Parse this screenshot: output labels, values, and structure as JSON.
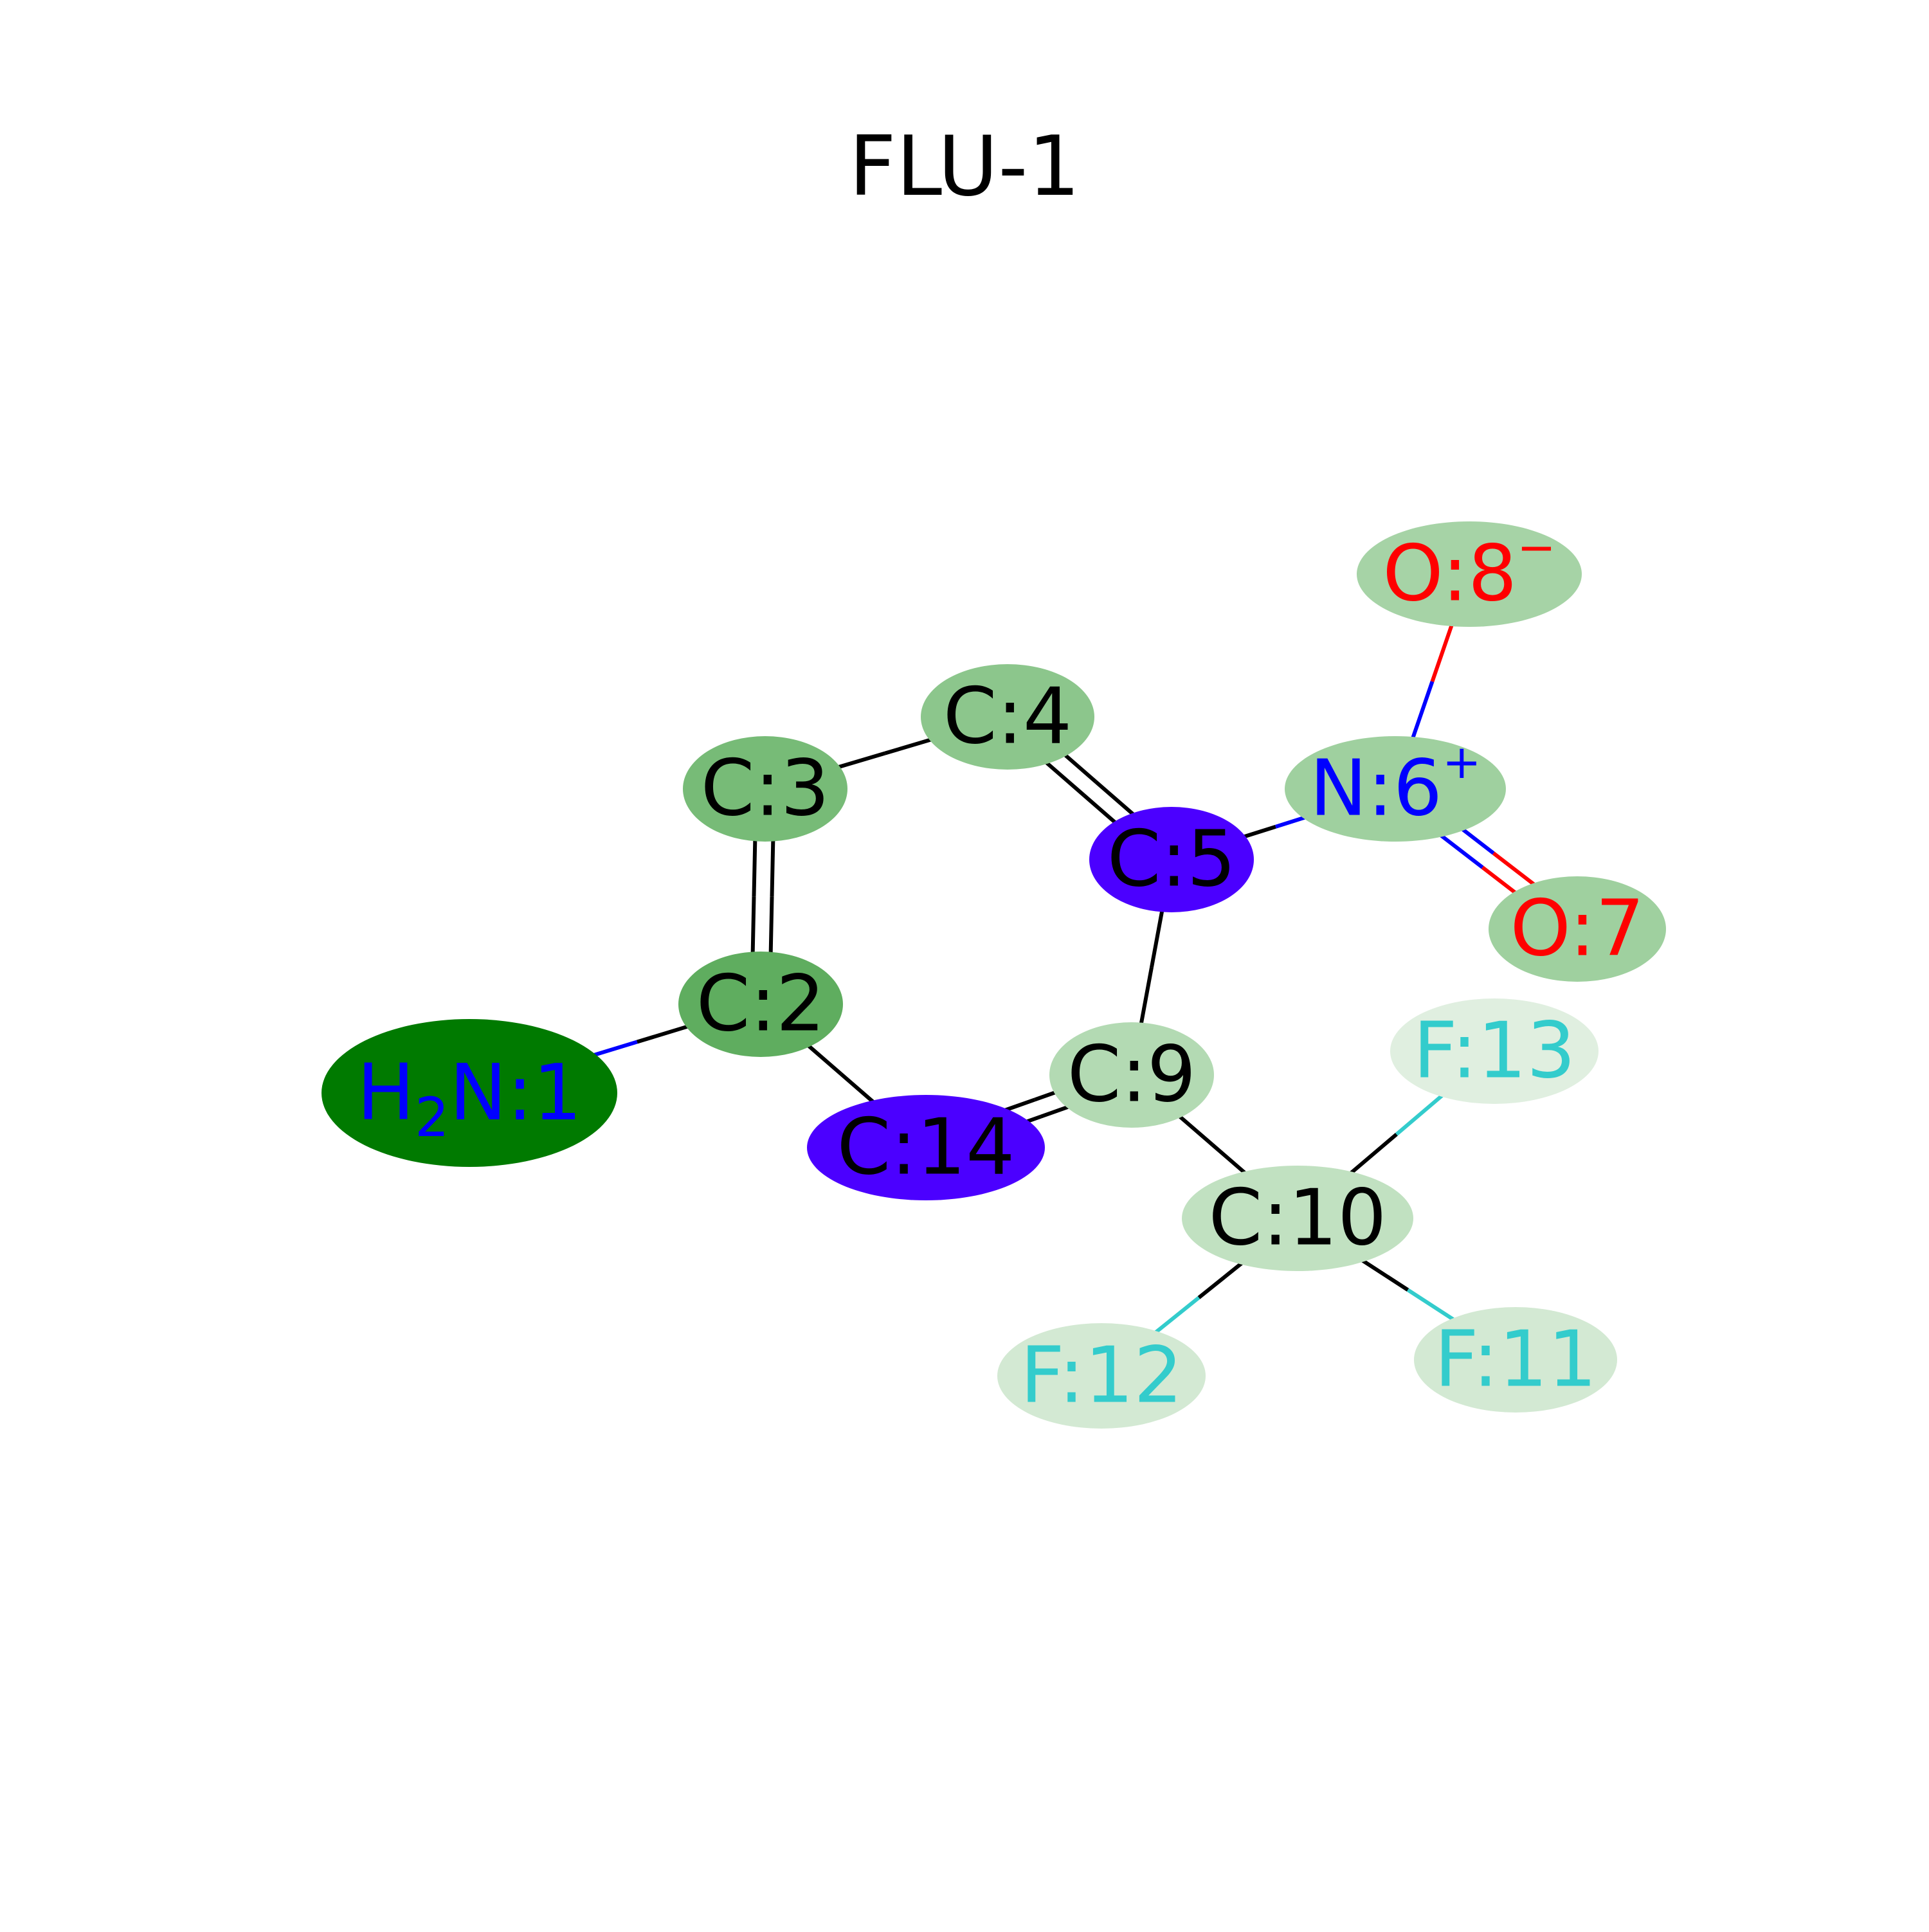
{
  "title": "FLU-1",
  "colors": {
    "carbon_text": "#000000",
    "nitrogen_text": "#0000ff",
    "oxygen_text": "#ff0000",
    "fluorine_text": "#33cccc",
    "carbon_bond": "#000000"
  },
  "atoms": [
    {
      "id": "n1",
      "label": "H2N:1",
      "element": "N",
      "fill": "#007a00"
    },
    {
      "id": "c2",
      "label": "C:2",
      "element": "C",
      "fill": "#5fad5f"
    },
    {
      "id": "c3",
      "label": "C:3",
      "element": "C",
      "fill": "#77bb77"
    },
    {
      "id": "c4",
      "label": "C:4",
      "element": "C",
      "fill": "#8cc68c"
    },
    {
      "id": "c5",
      "label": "C:5",
      "element": "C",
      "fill": "#4b00ff"
    },
    {
      "id": "n6",
      "label": "N:6+",
      "element": "N",
      "fill": "#9fd09f"
    },
    {
      "id": "o7",
      "label": "O:7",
      "element": "O",
      "fill": "#9fd09f"
    },
    {
      "id": "o8",
      "label": "O:8−",
      "element": "O",
      "fill": "#a6d3a6"
    },
    {
      "id": "c9",
      "label": "C:9",
      "element": "C",
      "fill": "#b3dab3"
    },
    {
      "id": "c10",
      "label": "C:10",
      "element": "C",
      "fill": "#c1e1c1"
    },
    {
      "id": "f11",
      "label": "F:11",
      "element": "F",
      "fill": "#d3e9d3"
    },
    {
      "id": "f12",
      "label": "F:12",
      "element": "F",
      "fill": "#d3e9d3"
    },
    {
      "id": "f13",
      "label": "F:13",
      "element": "F",
      "fill": "#e0efe0"
    },
    {
      "id": "c14",
      "label": "C:14",
      "element": "C",
      "fill": "#4b00ff"
    }
  ],
  "bonds": [
    {
      "from": "n1",
      "to": "c2",
      "order": 1
    },
    {
      "from": "c2",
      "to": "c3",
      "order": 2
    },
    {
      "from": "c3",
      "to": "c4",
      "order": 1
    },
    {
      "from": "c4",
      "to": "c5",
      "order": 2
    },
    {
      "from": "c5",
      "to": "n6",
      "order": 1
    },
    {
      "from": "n6",
      "to": "o7",
      "order": 2
    },
    {
      "from": "n6",
      "to": "o8",
      "order": 1
    },
    {
      "from": "c5",
      "to": "c9",
      "order": 1
    },
    {
      "from": "c9",
      "to": "c10",
      "order": 1
    },
    {
      "from": "c10",
      "to": "f11",
      "order": 1
    },
    {
      "from": "c10",
      "to": "f12",
      "order": 1
    },
    {
      "from": "c10",
      "to": "f13",
      "order": 1
    },
    {
      "from": "c9",
      "to": "c14",
      "order": 2
    },
    {
      "from": "c14",
      "to": "c2",
      "order": 1
    }
  ]
}
